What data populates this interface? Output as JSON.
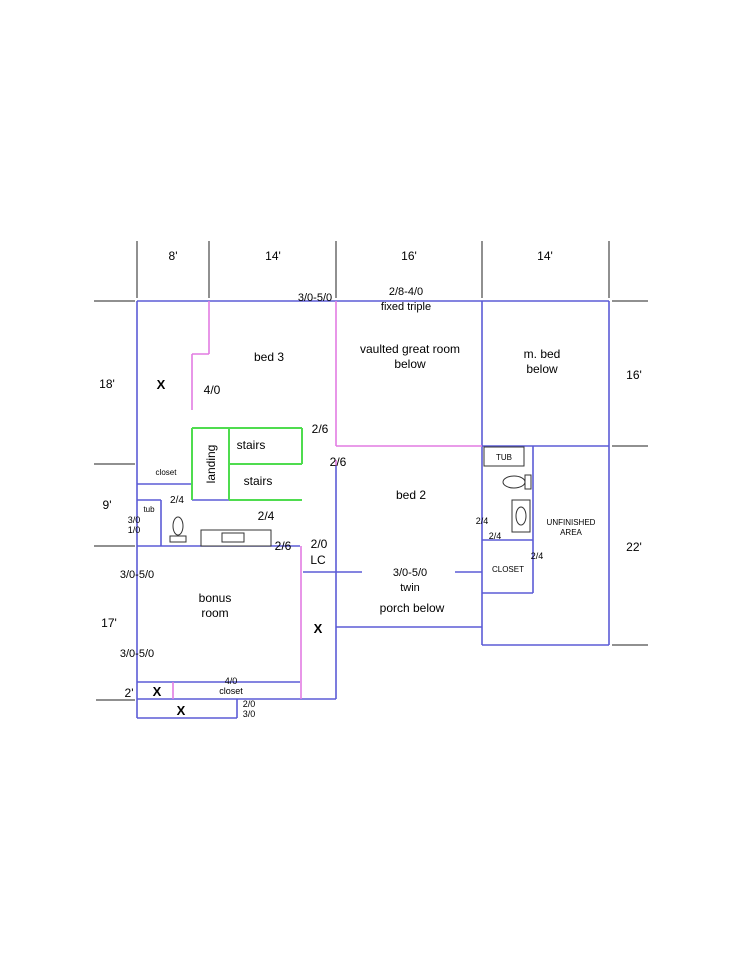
{
  "dimensions": {
    "top": [
      "8'",
      "14'",
      "16'",
      "14'"
    ],
    "left": [
      "18'",
      "9'",
      "17'",
      "2'"
    ],
    "right": [
      "16'",
      "22'"
    ]
  },
  "rooms": {
    "bed3": "bed 3",
    "great_room_line1": "vaulted great room",
    "great_room_line2": "below",
    "mbed_line1": "m. bed",
    "mbed_line2": "below",
    "bed2": "bed 2",
    "bonus_line1": "bonus",
    "bonus_line2": "room",
    "porch": "porch below",
    "unfinished_line1": "UNFINISHED",
    "unfinished_line2": "AREA",
    "landing": "landing",
    "stairs_upper": "stairs",
    "stairs_lower": "stairs",
    "closet_left": "closet",
    "closet_bottom": "closet",
    "closet_right": "CLOSET",
    "tub_left": "tub",
    "tub_right": "TUB",
    "lc": "LC"
  },
  "openings": {
    "top_window": "3/0-5/0",
    "fixed_triple_line1": "2/8-4/0",
    "fixed_triple_line2": "fixed triple",
    "bed3_door": "4/0",
    "stairs_door": "2/6",
    "great_room_door": "2/6",
    "bath_door_top": "2/4",
    "bath_window_line1": "3/0",
    "bath_window_line2": "1/0",
    "hall_door": "2/4",
    "bonus_door": "2/6",
    "lc_door": "2/0",
    "bed2_window_line1": "3/0-5/0",
    "bed2_window_line2": "twin",
    "bonus_window_upper": "3/0-5/0",
    "bonus_window_lower": "3/0-5/0",
    "closet_door": "4/0",
    "bottom_window_line1": "2/0",
    "bottom_window_line2": "3/0",
    "mbath_door_left": "2/4",
    "mbath_door_mid": "2/4",
    "mbath_door_right": "2/4"
  },
  "marks": {
    "x_bed3": "X",
    "x_porch": "X",
    "x_bottom_small": "X",
    "x_bottom": "X"
  },
  "colors": {
    "exterior_wall": "#5b5bd6",
    "interior_wall": "#e27ce2",
    "stair_wall": "#4fdc4f"
  }
}
